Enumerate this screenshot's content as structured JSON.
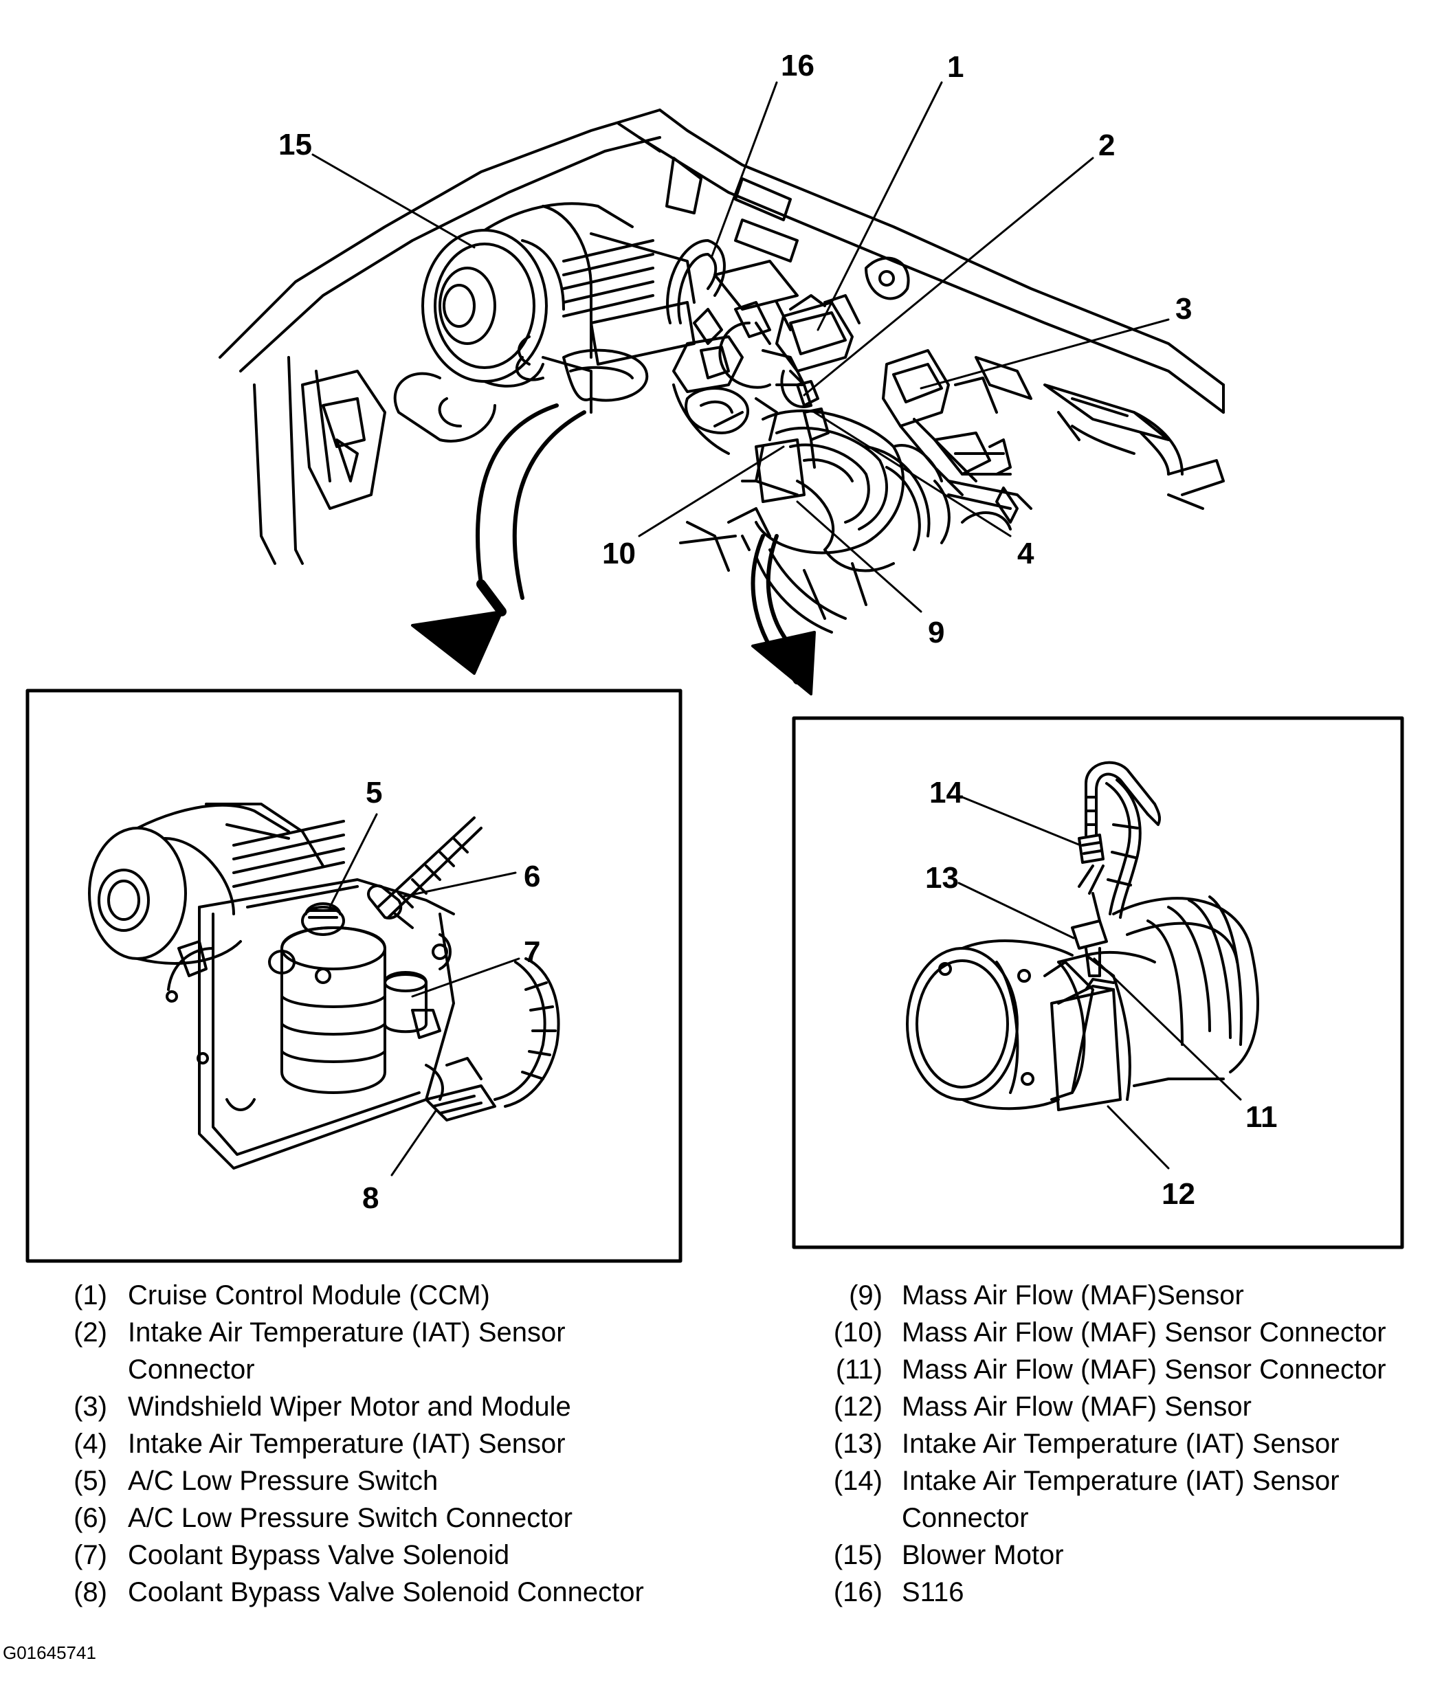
{
  "callouts": {
    "c1": "1",
    "c2": "2",
    "c3": "3",
    "c4": "4",
    "c5": "5",
    "c6": "6",
    "c7": "7",
    "c8": "8",
    "c9": "9",
    "c10": "10",
    "c11": "11",
    "c12": "12",
    "c13": "13",
    "c14": "14",
    "c15": "15",
    "c16": "16"
  },
  "legend_left": [
    {
      "num": "(1)",
      "text": "Cruise Control Module (CCM)"
    },
    {
      "num": "(2)",
      "text": "Intake Air Temperature (IAT) Sensor Connector"
    },
    {
      "num": "(3)",
      "text": "Windshield Wiper Motor and Module"
    },
    {
      "num": "(4)",
      "text": "Intake Air Temperature (IAT) Sensor"
    },
    {
      "num": "(5)",
      "text": "A/C Low Pressure Switch"
    },
    {
      "num": "(6)",
      "text": "A/C Low Pressure Switch Connector"
    },
    {
      "num": "(7)",
      "text": "Coolant Bypass Valve Solenoid"
    },
    {
      "num": "(8)",
      "text": "Coolant Bypass Valve Solenoid Connector"
    }
  ],
  "legend_right": [
    {
      "num": "(9)",
      "text": "Mass Air Flow (MAF)Sensor"
    },
    {
      "num": "(10)",
      "text": "Mass Air Flow (MAF) Sensor Connector"
    },
    {
      "num": "(11)",
      "text": "Mass Air Flow (MAF) Sensor Connector"
    },
    {
      "num": "(12)",
      "text": "Mass Air Flow (MAF) Sensor"
    },
    {
      "num": "(13)",
      "text": "Intake Air Temperature (IAT) Sensor"
    },
    {
      "num": "(14)",
      "text": "Intake Air Temperature (IAT) Sensor Connector"
    },
    {
      "num": "(15)",
      "text": "Blower Motor"
    },
    {
      "num": "(16)",
      "text": "S116"
    }
  ],
  "figure_code": "G01645741"
}
